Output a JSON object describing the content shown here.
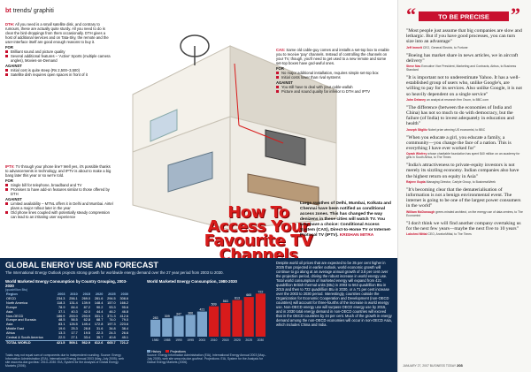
{
  "header": {
    "brand": "bt",
    "section": "trends/ graphiti"
  },
  "colors": {
    "red": "#c8102e",
    "navy": "#0f2b4e",
    "title_red": "#d81b1b",
    "bar": "#1d5fa0"
  },
  "blocks": {
    "dth": {
      "heading": "DTH:",
      "intro": "All you need is a small satellite disk, and contrary to rumours, these are actually quite sturdy. All you need to do is clear the bird-droppings from them occasionally. DTH gives a host of additional services and on Tata-Sky, the remote and the user-interface itself are good enough reasons to buy it.",
      "for_label": "FOR",
      "for": [
        "Brilliant sound and picture quality",
        "Several additional features – 'Active' Sports (multiple camera angles), Movies-on-Demand"
      ],
      "against_label": "AGAINST",
      "against": [
        "Initial cost is quite steep (Rs 2,500–3,500)",
        "Satellite dish requires open spaces in front of it"
      ]
    },
    "cas": {
      "heading": "CAS:",
      "intro": "Same old cable-guy comes and installs a set-top box to enable you to receive 'pay' channels. Instead of controlling the channels on your TV, though, you'll need to get used to a new remote and some set-top boxes have god-awful ones.",
      "for_label": "FOR",
      "for": [
        "No major additional installation, requires simple set-top box",
        "Initial costs lower than rival systems"
      ],
      "against_label": "AGAINST",
      "against": [
        "You still have to deal with your cable-wallah",
        "Picture and sound quality far inferior to DTH and IPTV"
      ]
    },
    "iptv": {
      "heading": "IPTV:",
      "intro": "TV through your phone line? Well yes, it's possible thanks to advancements in technology, and IPTV is about to make a big bang later this year or so we're told.",
      "for_label": "FOR",
      "for": [
        "Single bill for telephone, broadband and TV",
        "Promises to have add-on features similar to those offered by DTH"
      ],
      "against_label": "AGAINST",
      "against": [
        "Limited availability – MTNL offers it in Delhi and Mumbai. Airtel plans a major rollout later in the year",
        "Old phone lines coupled with potentially steady compression can lead to an irritating user experience"
      ]
    }
  },
  "title": {
    "line1": "How To",
    "line2": "Access Your",
    "line3": "Favourite TV",
    "line4": "Channels"
  },
  "summary": {
    "text": "Large swathes of Delhi, Mumbai, Kolkata and Chennai have been notified as conditional access zones. This has changed the way denizens in these cities will watch TV. You now have a choice: Conditional Access System (CAS), Direct-to-Home TV or Internet-Protocol TV (IPTV).",
    "byline": "KRISHAN MITRA"
  },
  "energy": {
    "title": "GLOBAL ENERGY USE AND FORECAST",
    "subtitle": "The International Energy Outlook projects strong growth for worldwide energy demand over the 27 year period from 2003 to 2030.",
    "table": {
      "title": "World Marketed Energy Consumption by Country Grouping, 2003-2030",
      "unit": "(quadrillion Btu)",
      "headers": [
        "Region",
        "2003",
        "2010",
        "2015",
        "2020",
        "2025",
        "2030",
        "Average annual per cent change 2003-2030"
      ],
      "rows": [
        [
          "OECD",
          "234.3",
          "256.1",
          "269.0",
          "281.6",
          "294.5",
          "308.6",
          "1.0"
        ],
        [
          "North America",
          "118.3",
          "131.4",
          "139.9",
          "148.4",
          "157.0",
          "166.2",
          "1.3"
        ],
        [
          "Europe",
          "78.9",
          "84.4",
          "87.2",
          "90.2",
          "93.3",
          "95.6",
          "0.7"
        ],
        [
          "Asia",
          "37.1",
          "40.3",
          "42.0",
          "44.4",
          "46.2",
          "46.8",
          "0.9"
        ],
        [
          "Non-OECD",
          "186.9",
          "253.0",
          "293.9",
          "331.1",
          "371.3",
          "412.6",
          "3.0"
        ],
        [
          "Europe and Eurasia",
          "48.5",
          "56.5",
          "62.8",
          "68.7",
          "74.0",
          "79.0",
          "1.8"
        ],
        [
          "Asia",
          "83.1",
          "126.5",
          "149.4",
          "172.8",
          "197.3",
          "223.6",
          "3.7"
        ],
        [
          "Middle East",
          "19.6",
          "25.3",
          "28.8",
          "31.6",
          "34.8",
          "38.4",
          "2.5"
        ],
        [
          "Africa",
          "13.3",
          "17.7",
          "19.5",
          "22.3",
          "24.3",
          "26.6",
          "2.6"
        ],
        [
          "Central & South America",
          "22.5",
          "27.1",
          "33.4",
          "35.7",
          "40.8",
          "45.1",
          "2.6"
        ]
      ],
      "total": [
        "TOTAL WORLD",
        "421.5",
        "509.1",
        "562.9",
        "612.6",
        "665.7",
        "721.2",
        "2.0"
      ]
    },
    "table_note": "Totals may not equal sum of components due to independent rounding. Source: Energy Information Administration (EIA), International Energy Annual 2003 (May–July 2005), web site www.eia.doe.gov/iea/. 2010–2030: EIA, System for the Analysis of Global Energy Markets (2006).",
    "chart_title": "World Marketed Energy Consumption, 1980-2030",
    "chart_note": "Source: Energy Information Administration (EIA), International Energy Annual 2003 (May–July 2005), web site www.eia.doe.gov/iea/. Projections: EIA, System for the Analysis for Global Energy Markets (2006).",
    "legend_history": "History",
    "legend_projections": "Projections",
    "body": "Despite world oil prices that are expected to be 35 per cent higher in 2025 than projected in earlier outlook, world economic growth will continue to go along at an average annual growth of 3.8 per cent over the projection period, driving the robust increase in world energy use. Total world consumption of marketed energy will expand from 421 quadrillion British thermal units (Btu) in 2003 to 563 quadrillion Btu in 2015 and then to 722 quadrillion Btu in 2030, or a 71 per cent increase over the 2003 to 2030 period. Interestingly, countries outside the Organization for Economic Cooperation and Development (non-OECD countries) will account for three-fourths of the increase in world energy use. Non-OECD energy use will surpass OECD energy use by 2015, and in 2030 total energy demand in non-OECD countries will exceed that in the OECD countries by 34 per cent. Much of the growth in energy demand among the non-OECD economies will occur in non-OECD Asia, which includes China and India."
  },
  "chart_data": {
    "type": "bar",
    "title": "World Marketed Energy Consumption, 1980-2030",
    "categories": [
      "1980",
      "1985",
      "1990",
      "1995",
      "2003",
      "2010",
      "2015",
      "2020",
      "2025",
      "2030"
    ],
    "values": [
      283,
      309,
      347,
      366,
      421,
      509,
      563,
      613,
      665,
      722
    ],
    "history_count": 5,
    "ylim": [
      0,
      800
    ]
  },
  "sidebar": {
    "heading": "TO BE PRECISE",
    "quotes": [
      {
        "text": "\"Most people just assume that big companies are slow and lethargic. But if you have good processes, you can turn size into an advantage\"",
        "name": "Jeff Immelt",
        "role": "CEO, General Electric, to Fortune"
      },
      {
        "text": "\"Boeing has market share in news articles, we in aircraft delivery\"",
        "name": "Steve Nas",
        "role": "Executive Vice President, Marketing and Contracts, Airbus, to Business Standard"
      },
      {
        "text": "\"It is important not to underestimate Yahoo. It has a well-established group of users who, unlike Google's, are willing to pay for its services. Also unlike Google, it is not so heavily dependent on a single service\"",
        "name": "John Delaney",
        "role": "an analyst at research firm Ovum, to BBC.com"
      },
      {
        "text": "\"The difference (between the economies of India and China) has not so much to do with democracy, but the failure (of India) to invest adequately in education and health\"",
        "name": "Joseph Stiglitz",
        "role": "Nobel prize winning US economist, to BBC"
      },
      {
        "text": "\"When you educate a girl, you educate a family, a community—you change the face of a nation. This is everything I have ever worked for\"",
        "name": "Oprah Winfrey",
        "role": "whose charitable foundation has spent $40 million on an academy for girls in South Africa, to The Times"
      },
      {
        "text": "\"India's attractiveness to private-equity investors is not merely its sizzling economy. Indian companies also have the highest return on equity in Asia\"",
        "name": "Rajeev Gupta",
        "role": "Managing Director, Carlyle Group, to BusinessWeek"
      },
      {
        "text": "\"It's becoming clear that the dematerialisation of information is not a benign environmental event. The internet is going to be one of the largest power consumers in the world\"",
        "name": "William McDonough",
        "role": "green-minded architect, on the energy use of data centres, to The Economist"
      },
      {
        "text": "\"I don't think we will find another company overtaking us for the next few years—maybe the next five to 10 years\"",
        "name": "Lakshmi Mittal",
        "role": "CEO, ArcelorMittal, to The Times"
      }
    ]
  },
  "folio": {
    "date": "JANUARY 27, 2007",
    "mag": "BUSINESS TODAY",
    "page": "203"
  }
}
